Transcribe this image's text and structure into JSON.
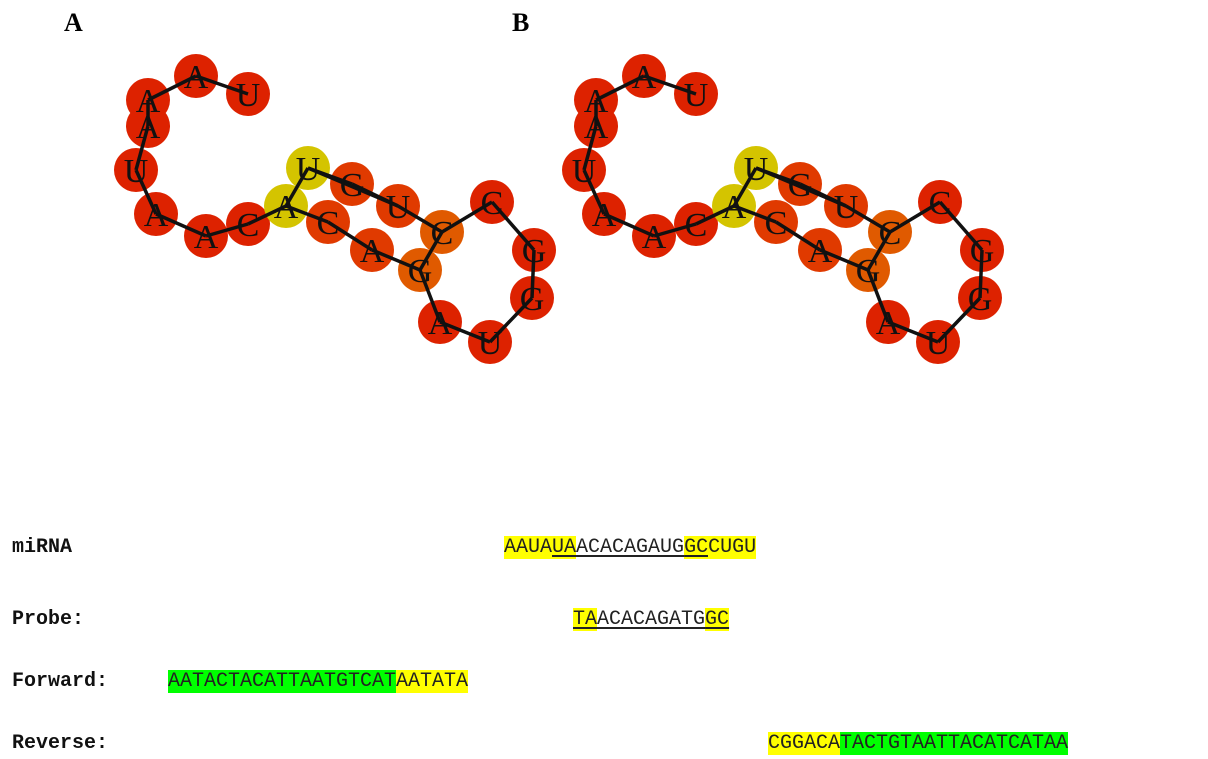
{
  "panels": {
    "a_label": "A",
    "b_label": "B"
  },
  "structure": {
    "nucleotides": [
      "U",
      "A",
      "A",
      "A",
      "U",
      "A",
      "A",
      "C",
      "A",
      "U",
      "G",
      "U",
      "C",
      "C",
      "G",
      "G",
      "U",
      "A",
      "G",
      "A",
      "C"
    ],
    "colors": {
      "red": "#dd2200",
      "orange_red": "#e03a00",
      "orange": "#e05a00",
      "yellow": "#d4c400"
    }
  },
  "sequences": {
    "mirna": {
      "label": "miRNA",
      "segments": [
        {
          "text": "AAUA",
          "hl": "yellow",
          "ul": false
        },
        {
          "text": "UA",
          "hl": "yellow",
          "ul": true
        },
        {
          "text": "ACACAGAUG",
          "hl": "",
          "ul": true
        },
        {
          "text": "GC",
          "hl": "yellow",
          "ul": true
        },
        {
          "text": "CUGU",
          "hl": "yellow",
          "ul": false
        }
      ]
    },
    "probe": {
      "label": "Probe:",
      "segments": [
        {
          "text": "TA",
          "hl": "yellow",
          "ul": true
        },
        {
          "text": "ACACAGATG",
          "hl": "",
          "ul": true
        },
        {
          "text": "GC",
          "hl": "yellow",
          "ul": true
        }
      ]
    },
    "forward": {
      "label": "Forward:",
      "segments": [
        {
          "text": "AATACTACATTAATGTCAT",
          "hl": "green",
          "ul": false
        },
        {
          "text": "AATATA",
          "hl": "yellow",
          "ul": false
        }
      ]
    },
    "reverse": {
      "label": "Reverse:",
      "segments": [
        {
          "text": "CGGACA",
          "hl": "yellow",
          "ul": false
        },
        {
          "text": "TACTGTAATTACATCATAA",
          "hl": "green",
          "ul": false
        }
      ]
    }
  }
}
